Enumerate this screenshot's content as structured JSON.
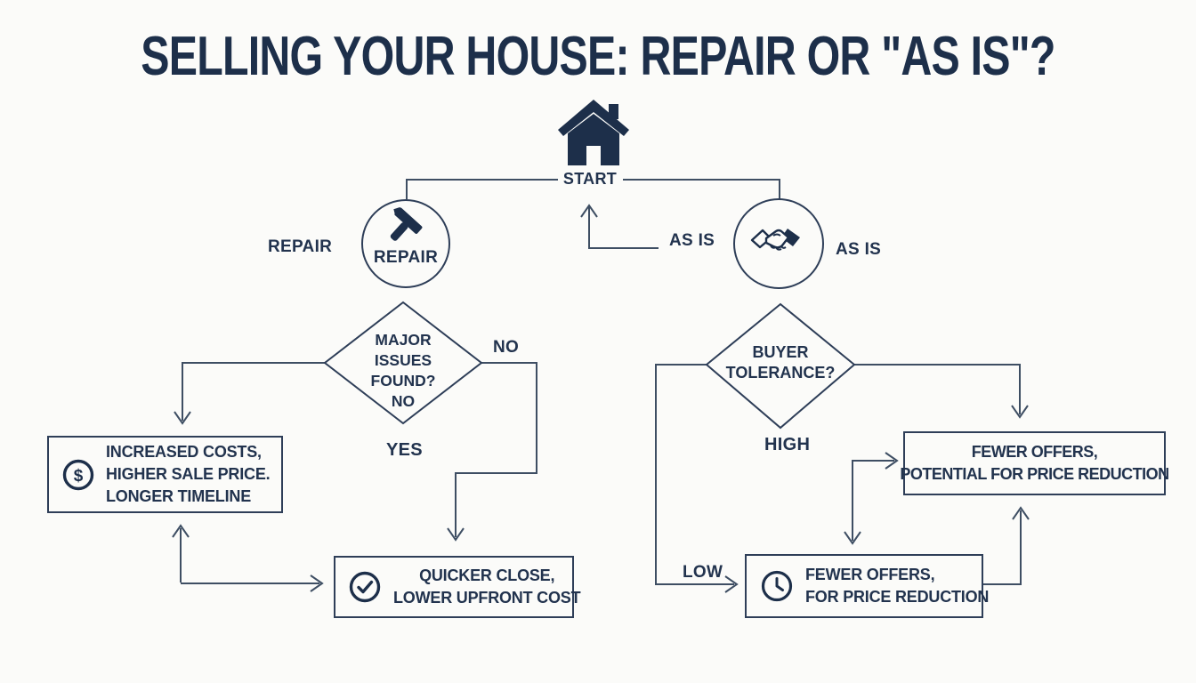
{
  "title": "SELLING YOUR HOUSE: REPAIR OR \"AS IS\"?",
  "colors": {
    "navy": "#1d2f4a",
    "line": "#3e4e63",
    "background": "#fbfbf9"
  },
  "start_label": "START",
  "repair_branch": {
    "side_label": "REPAIR",
    "circle_label": "REPAIR"
  },
  "asis_branch": {
    "inner_label": "AS IS",
    "outer_label": "AS IS"
  },
  "left_decision": {
    "line1": "MAJOR",
    "line2": "ISSUES",
    "line3": "FOUND?",
    "line4": "NO",
    "no_label": "NO",
    "yes_label": "YES"
  },
  "right_decision": {
    "line1": "BUYER",
    "line2": "TOLERANCE?",
    "high_label": "HIGH",
    "low_label": "LOW"
  },
  "boxes": {
    "increased": {
      "line1": "INCREASED COSTS,",
      "line2": "HIGHER SALE PRICE.",
      "line3": "LONGER TIMELINE"
    },
    "quicker": {
      "line1": "QUICKER CLOSE,",
      "line2": "LOWER UPFRONT COST"
    },
    "potential": {
      "line1": "FEWER OFFERS,",
      "line2": "POTENTIAL FOR PRICE REDUCTION"
    },
    "clockbox": {
      "line1": "FEWER OFFERS,",
      "line2": "FOR PRICE REDUCTION"
    }
  },
  "icons": {
    "dollar_glyph": "$"
  }
}
